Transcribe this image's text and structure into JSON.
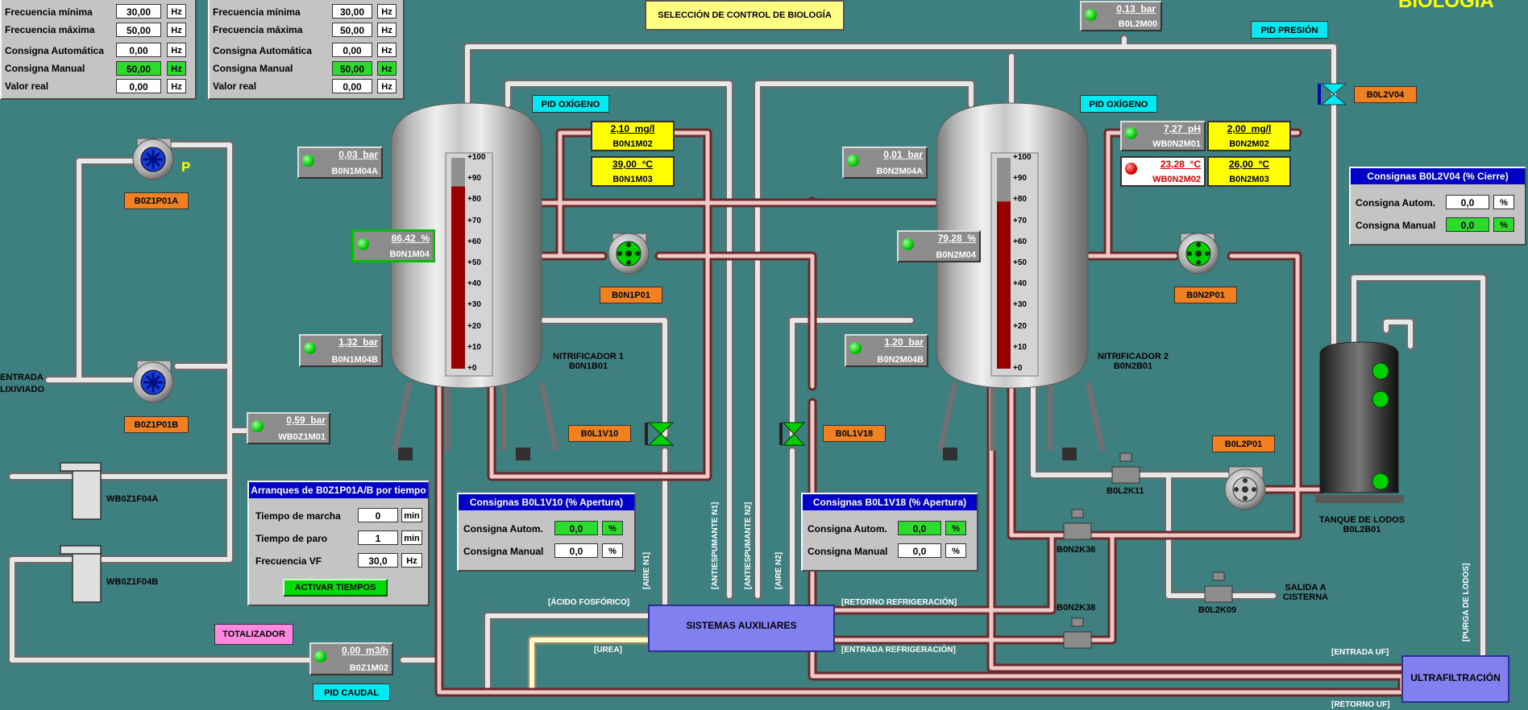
{
  "screen_title": "BIOLOGÍA",
  "selection_button": "SELECCIÓN DE CONTROL DE BIOLOGÍA",
  "freq_panels": [
    {
      "rows": [
        {
          "label": "Frecuencia mínima",
          "value": "30,00",
          "unit": "Hz"
        },
        {
          "label": "Frecuencia máxima",
          "value": "50,00",
          "unit": "Hz"
        },
        {
          "label": "Consigna Automática",
          "value": "0,00",
          "unit": "Hz"
        },
        {
          "label": "Consigna Manual",
          "value": "50,00",
          "unit": "Hz"
        },
        {
          "label": "Valor real",
          "value": "0,00",
          "unit": "Hz"
        }
      ]
    },
    {
      "rows": [
        {
          "label": "Frecuencia mínima",
          "value": "30,00",
          "unit": "Hz"
        },
        {
          "label": "Frecuencia máxima",
          "value": "50,00",
          "unit": "Hz"
        },
        {
          "label": "Consigna Automática",
          "value": "0,00",
          "unit": "Hz"
        },
        {
          "label": "Consigna Manual",
          "value": "50,00",
          "unit": "Hz"
        },
        {
          "label": "Valor real",
          "value": "0,00",
          "unit": "Hz"
        }
      ]
    }
  ],
  "indicators": {
    "b0l2m00": {
      "value": "0,13",
      "unit": "bar",
      "tag": "B0L2M00"
    },
    "b0n1m04a": {
      "value": "0,03",
      "unit": "bar",
      "tag": "B0N1M04A"
    },
    "b0n1m04": {
      "value": "86,42",
      "unit": "%",
      "tag": "B0N1M04"
    },
    "b0n1m04b": {
      "value": "1,32",
      "unit": "bar",
      "tag": "B0N1M04B"
    },
    "b0n1m02": {
      "value": "2,10",
      "unit": "mg/l",
      "tag": "B0N1M02"
    },
    "b0n1m03": {
      "value": "39,00",
      "unit": "°C",
      "tag": "B0N1M03"
    },
    "b0n2m04a": {
      "value": "0,01",
      "unit": "bar",
      "tag": "B0N2M04A"
    },
    "b0n2m04": {
      "value": "79,28",
      "unit": "%",
      "tag": "B0N2M04"
    },
    "b0n2m04b": {
      "value": "1,20",
      "unit": "bar",
      "tag": "B0N2M04B"
    },
    "wb0n2m01": {
      "value": "7,27",
      "unit": "pH",
      "tag": "WB0N2M01"
    },
    "wb0n2m02": {
      "value": "23,28",
      "unit": "°C",
      "tag": "WB0N2M02"
    },
    "b0n2m02": {
      "value": "2,00",
      "unit": "mg/l",
      "tag": "B0N2M02"
    },
    "b0n2m03": {
      "value": "26,00",
      "unit": "°C",
      "tag": "B0N2M03"
    },
    "wb0z1m01": {
      "value": "0,59",
      "unit": "bar",
      "tag": "WB0Z1M01"
    },
    "b0z1m02": {
      "value": "0,00",
      "unit": "m3/h",
      "tag": "B0Z1M02"
    }
  },
  "tags": {
    "b0z1p01a": "B0Z1P01A",
    "b0z1p01b": "B0Z1P01B",
    "b0n1p01": "B0N1P01",
    "b0l1v10": "B0L1V10",
    "b0l1v18": "B0L1V18",
    "b0n2p01": "B0N2P01",
    "b0l2p01": "B0L2P01",
    "b0l2v04": "B0L2V04"
  },
  "pid": {
    "oxygen1": "PID OXÍGENO",
    "oxygen2": "PID OXÍGENO",
    "pressure": "PID PRESIÓN",
    "flow": "PID CAUDAL"
  },
  "totalizer": "TOTALIZADOR",
  "pump_p": "P",
  "tanks": [
    {
      "name": "NITRIFICADOR 1",
      "code": "B0N1B01",
      "level_pct": 86.42
    },
    {
      "name": "NITRIFICADOR 2",
      "code": "B0N2B01",
      "level_pct": 79.28
    }
  ],
  "scale": [
    "+100",
    "+90",
    "+80",
    "+70",
    "+60",
    "+50",
    "+40",
    "+30",
    "+20",
    "+10",
    "+0"
  ],
  "lodos_tank": {
    "name": "TANQUE DE LODOS",
    "code": "B0L2B01"
  },
  "aux_systems": "SISTEMAS AUXILIARES",
  "ultrafiltration": "ULTRAFILTRACIÓN",
  "entrada": {
    "line1": "ENTRADA",
    "line2": "LIXIVIADO"
  },
  "filters": {
    "a": "WB0Z1F04A",
    "b": "WB0Z1F04B"
  },
  "valves": {
    "b0l2k11": "B0L2K11",
    "b0n2k36": "B0N2K36",
    "b0n2k38": "B0N2K38",
    "b0l2k09": "B0L2K09"
  },
  "salida": {
    "line1": "SALIDA A",
    "line2": "CISTERNA"
  },
  "pipe_labels": {
    "acido": "[ÁCIDO FOSFÓRICO]",
    "urea": "[UREA]",
    "retorno_refr": "[RETORNO REFRIGERACIÓN]",
    "entrada_refr": "[ENTRADA REFRIGERACIÓN]",
    "entrada_uf": "[ENTRADA UF]",
    "retorno_uf": "[RETORNO UF]",
    "aire_n1": "[AIRE N1]",
    "antiesp_n1": "[ANTIESPUMANTE N1]",
    "antiesp_n2": "[ANTIESPUMANTE N2]",
    "aire_n2": "[AIRE N2]",
    "purga": "[PURGA DE LODOS]"
  },
  "arranques": {
    "title": "Arranques de B0Z1P01A/B por tiempo",
    "rows": [
      {
        "label": "Tiempo de marcha",
        "value": "0",
        "unit": "min"
      },
      {
        "label": "Tiempo de paro",
        "value": "1",
        "unit": "min"
      },
      {
        "label": "Frecuencia VF",
        "value": "30,0",
        "unit": "Hz"
      }
    ],
    "button": "ACTIVAR TIEMPOS"
  },
  "consignas_v10": {
    "title": "Consignas B0L1V10 (% Apertura)",
    "auto_label": "Consigna Autom.",
    "auto_value": "0,0",
    "manual_label": "Consigna Manual",
    "manual_value": "0,0",
    "unit": "%"
  },
  "consignas_v18": {
    "title": "Consignas B0L1V18 (% Apertura)",
    "auto_label": "Consigna Autom.",
    "auto_value": "0,0",
    "manual_label": "Consigna Manual",
    "manual_value": "0,0",
    "unit": "%"
  },
  "consignas_v04": {
    "title": "Consignas B0L2V04 (% Cierre)",
    "auto_label": "Consigna Autom.",
    "auto_value": "0,0",
    "manual_label": "Consigna Manual",
    "manual_value": "0,0",
    "unit": "%"
  },
  "colors": {
    "background": "#3e8080",
    "pipe_red": "#b85a5a",
    "pipe_gray": "#d8d8d8",
    "status_green": "#00c800",
    "tag_orange": "#f08020"
  }
}
